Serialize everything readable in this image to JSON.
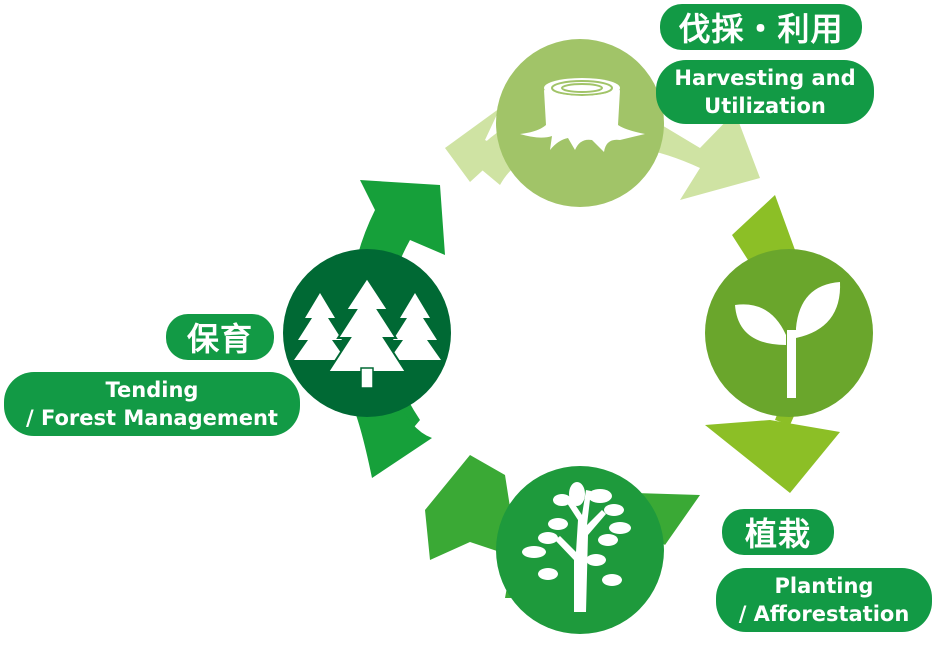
{
  "colors": {
    "harvest_light": "#cfe3a3",
    "harvest_circle": "#a1c468",
    "planting_arrow": "#8cbf26",
    "planting_circle": "#6aa62c",
    "afforest_arrow": "#3aa935",
    "afforest_circle": "#1e9a3c",
    "tending_arrow": "#16a03a",
    "tending_circle": "#006934",
    "label_green": "#129a45"
  },
  "stages": {
    "harvesting": {
      "jp": "伐採・利用",
      "en_line1": "Harvesting and",
      "en_line2": "Utilization",
      "icon": "tree-stump-icon"
    },
    "planting": {
      "jp": "植栽",
      "en_line1": "Planting",
      "en_line2": "/ Afforestation",
      "icon": "sprout-icon"
    },
    "growing": {
      "icon": "young-tree-icon"
    },
    "tending": {
      "jp": "保育",
      "en_line1": "Tending",
      "en_line2": "/ Forest Management",
      "icon": "conifer-forest-icon"
    }
  }
}
